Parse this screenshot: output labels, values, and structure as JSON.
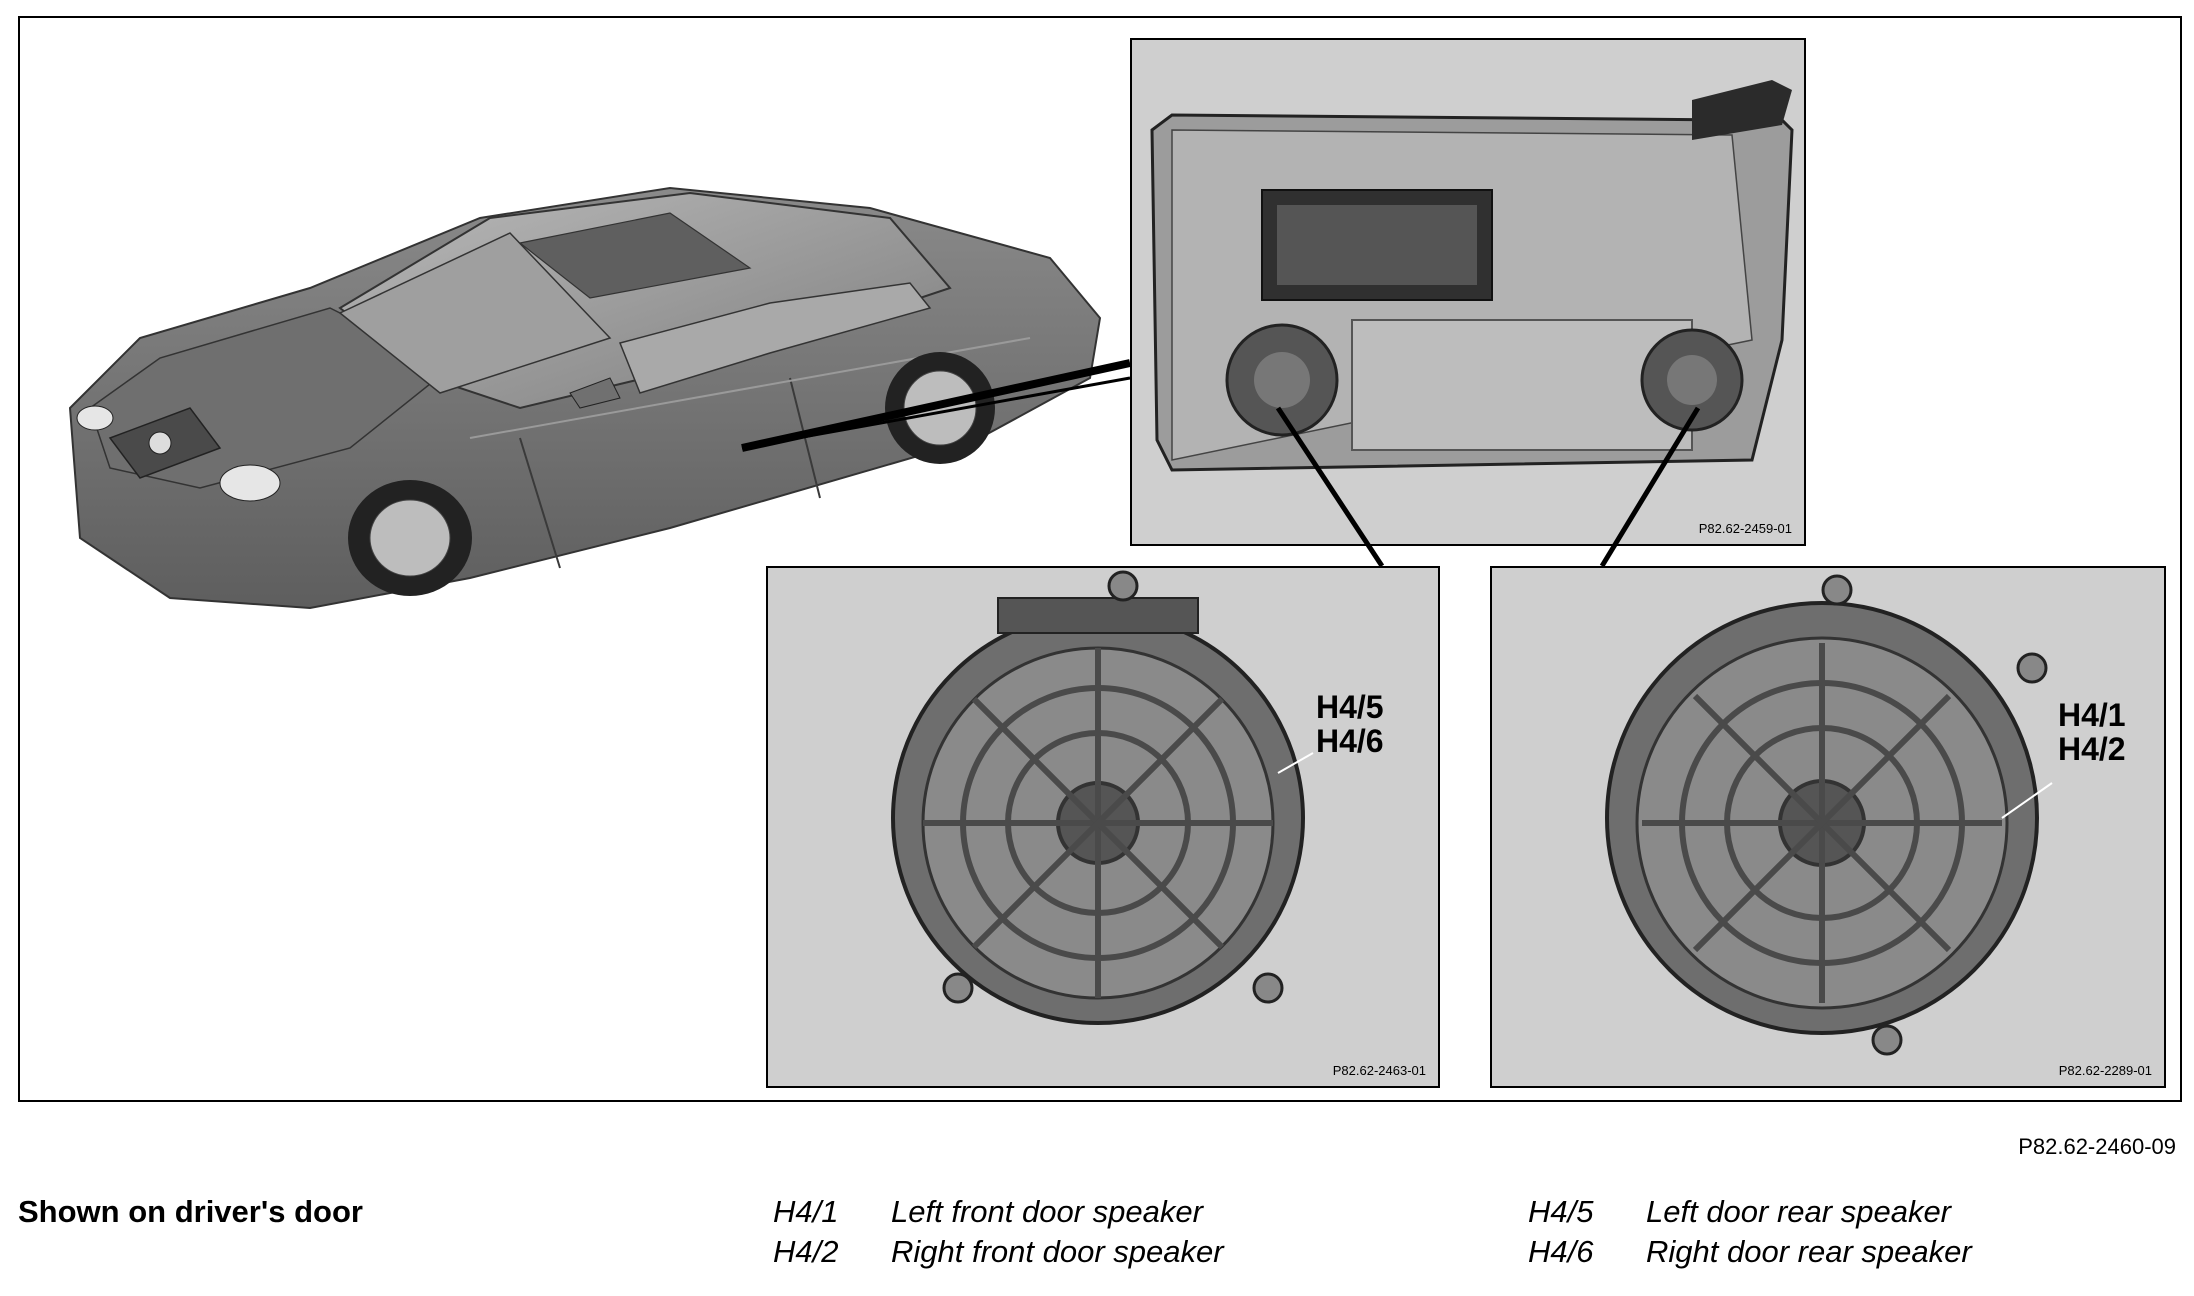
{
  "figure_id": "P82.62-2460-09",
  "panels": {
    "door": {
      "image_code": "P82.62-2459-01"
    },
    "front_speaker": {
      "image_code": "P82.62-2463-01",
      "callout_line1": "H4/5",
      "callout_line2": "H4/6"
    },
    "rear_speaker": {
      "image_code": "P82.62-2289-01",
      "callout_line1": "H4/1",
      "callout_line2": "H4/2"
    }
  },
  "caption": "Shown on driver's door",
  "legend": [
    {
      "code": "H4/1",
      "label": "Left front door speaker"
    },
    {
      "code": "H4/2",
      "label": "Right front door speaker"
    },
    {
      "code": "H4/5",
      "label": "Left door rear speaker"
    },
    {
      "code": "H4/6",
      "label": "Right door rear speaker"
    }
  ],
  "icons": [
    "car-illustration",
    "door-panel-illustration",
    "speaker-illustration"
  ]
}
